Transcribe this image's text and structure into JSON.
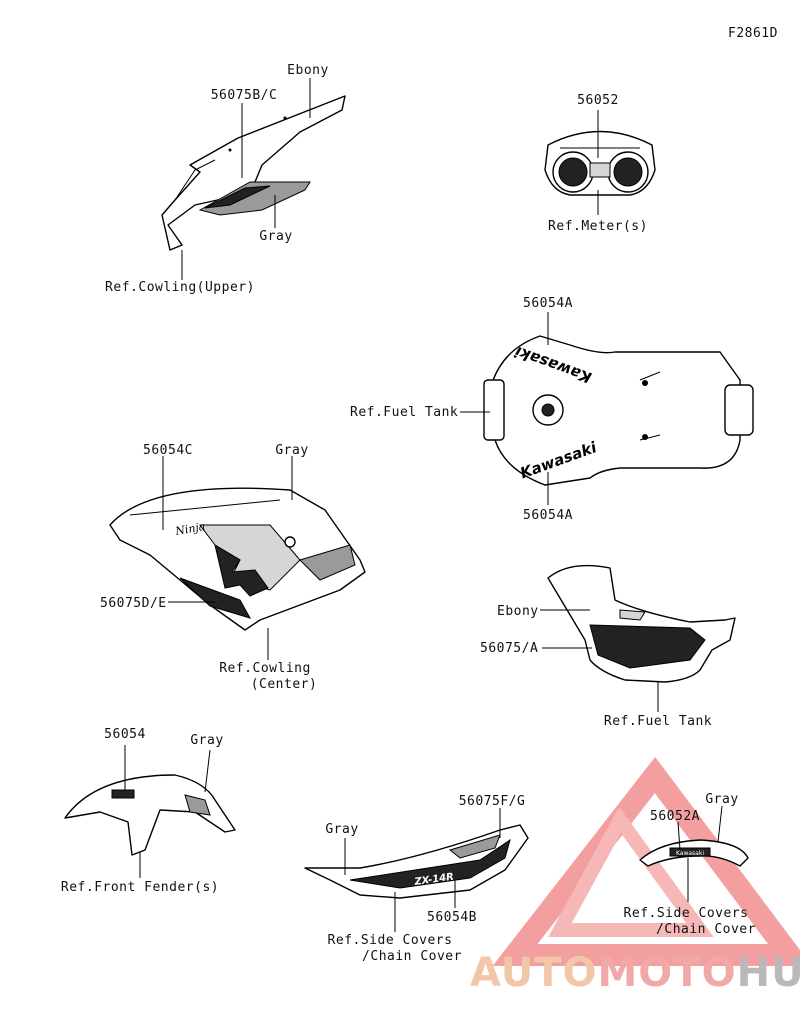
{
  "figure_id": "F2861D",
  "callouts": {
    "ebony_top": "Ebony",
    "p56075bc": "56075B/C",
    "gray_upper": "Gray",
    "ref_cowling_upper": "Ref.Cowling(Upper)",
    "p56052": "56052",
    "ref_meters": "Ref.Meter(s)",
    "p56054a_top": "56054A",
    "ref_fuel_tank_top": "Ref.Fuel Tank",
    "p56054a_bottom": "56054A",
    "p56054c": "56054C",
    "gray_center": "Gray",
    "p56075de": "56075D/E",
    "ref_cowling_center_1": "Ref.Cowling",
    "ref_cowling_center_2": "(Center)",
    "ebony_tank": "Ebony",
    "p56075a": "56075/A",
    "ref_fuel_tank_bottom": "Ref.Fuel Tank",
    "p56054": "56054",
    "gray_fender": "Gray",
    "ref_front_fender": "Ref.Front Fender(s)",
    "p56075fg": "56075F/G",
    "gray_side": "Gray",
    "p56054b": "56054B",
    "ref_side_covers_1": "Ref.Side Covers",
    "ref_side_covers_2": "/Chain Cover",
    "gray_tail": "Gray",
    "p56052a": "56052A",
    "ref_side_covers_r1": "Ref.Side Covers",
    "ref_side_covers_r2": "/Chain Cover"
  },
  "decal_text": {
    "kawasaki_1": "Kawasaki",
    "kawasaki_2": "Kawasaki",
    "kawasaki_small": "Kawasaki",
    "model": "ZX-14R"
  },
  "watermark": {
    "part1": "AUTO",
    "part2": "MOTO",
    "part3": "HUB",
    "color_auto": "#f2c6a8",
    "color_moto": "#f0a8a8",
    "color_hub": "#b9b9b9",
    "triangle_color": "#f08080"
  }
}
